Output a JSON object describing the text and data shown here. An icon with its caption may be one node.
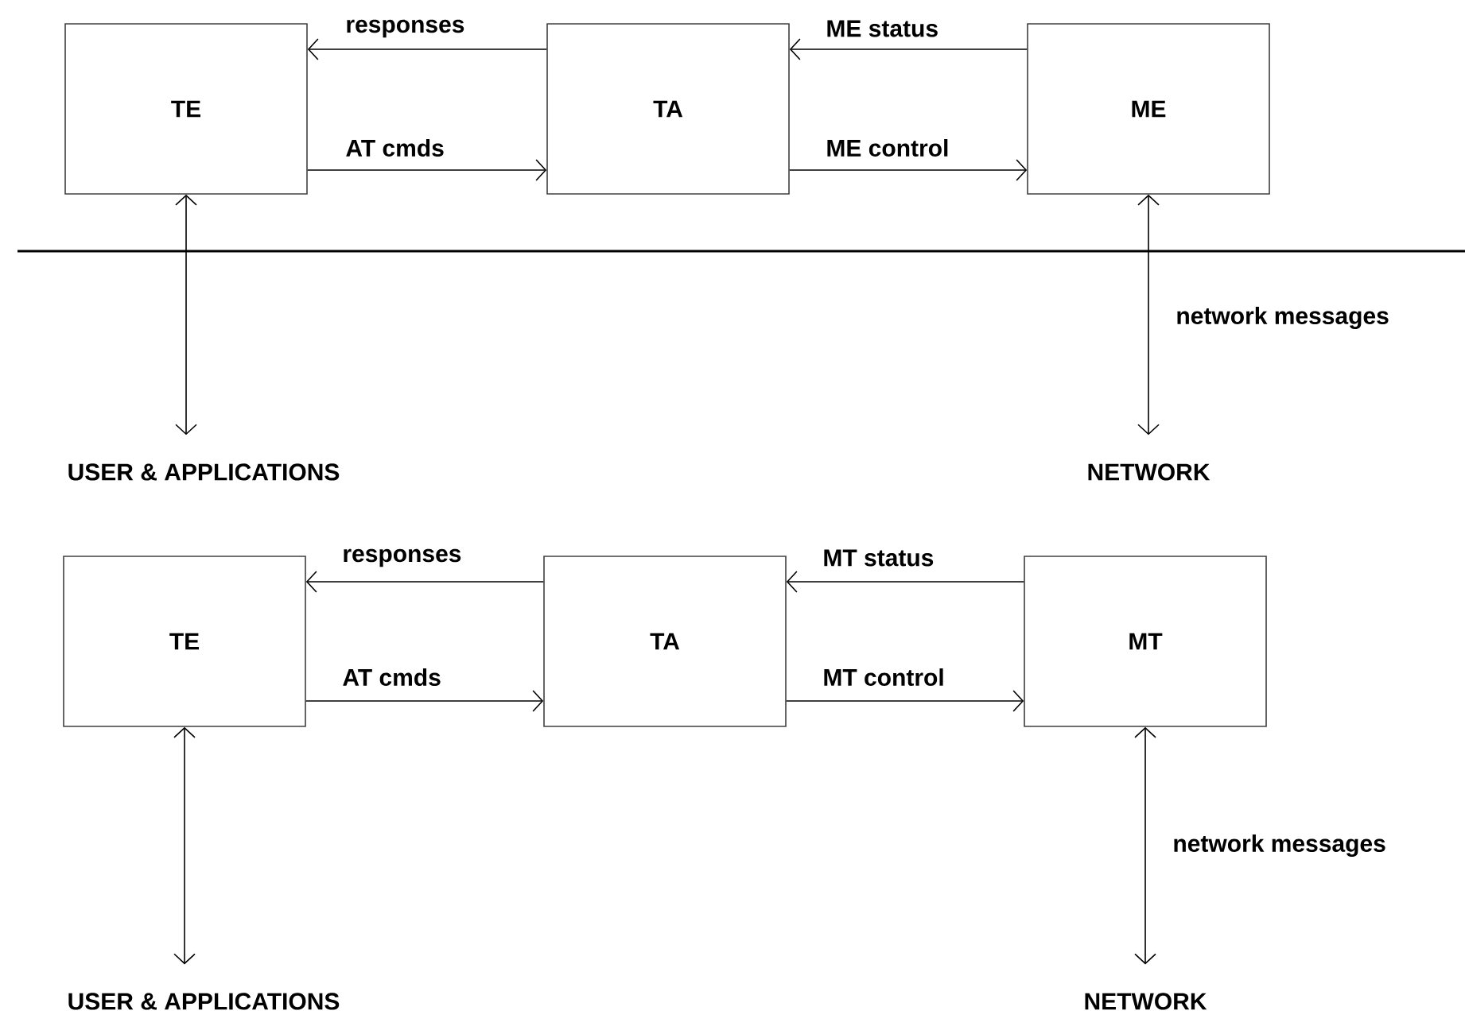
{
  "diagram": {
    "nodes": [
      {
        "text": [
          "TE"
        ]
      },
      {
        "text": [
          "TA"
        ]
      },
      {
        "text": [
          "ME"
        ]
      },
      {
        "text": [
          "USER & APPLICATIONS"
        ]
      },
      {
        "text": [
          "NETWORK"
        ]
      },
      {
        "text": [
          "TE"
        ]
      },
      {
        "text": [
          "TA"
        ]
      },
      {
        "text": [
          "MT"
        ]
      },
      {
        "text": [
          "USER & APPLICATIONS"
        ]
      },
      {
        "text": [
          "NETWORK"
        ]
      }
    ],
    "edges": [
      {
        "from": 1,
        "to": 0,
        "arrow": "to",
        "label": "responses"
      },
      {
        "from": 0,
        "to": 1,
        "arrow": "to",
        "label": "AT cmds"
      },
      {
        "from": 2,
        "to": 1,
        "arrow": "to",
        "label": "ME status"
      },
      {
        "from": 1,
        "to": 2,
        "arrow": "to",
        "label": "ME control"
      },
      {
        "from": 0,
        "to": 3,
        "arrow": "both"
      },
      {
        "from": 2,
        "to": 4,
        "arrow": "both",
        "label": "network messages"
      },
      {
        "from": 6,
        "to": 5,
        "arrow": "to",
        "label": "responses"
      },
      {
        "from": 5,
        "to": 6,
        "arrow": "to",
        "label": "AT cmds"
      },
      {
        "from": 7,
        "to": 6,
        "arrow": "to",
        "label": "MT status"
      },
      {
        "from": 6,
        "to": 7,
        "arrow": "to",
        "label": "MT control"
      },
      {
        "from": 5,
        "to": 8,
        "arrow": "both"
      },
      {
        "from": 7,
        "to": 9,
        "arrow": "both",
        "label": "network messages"
      }
    ]
  }
}
